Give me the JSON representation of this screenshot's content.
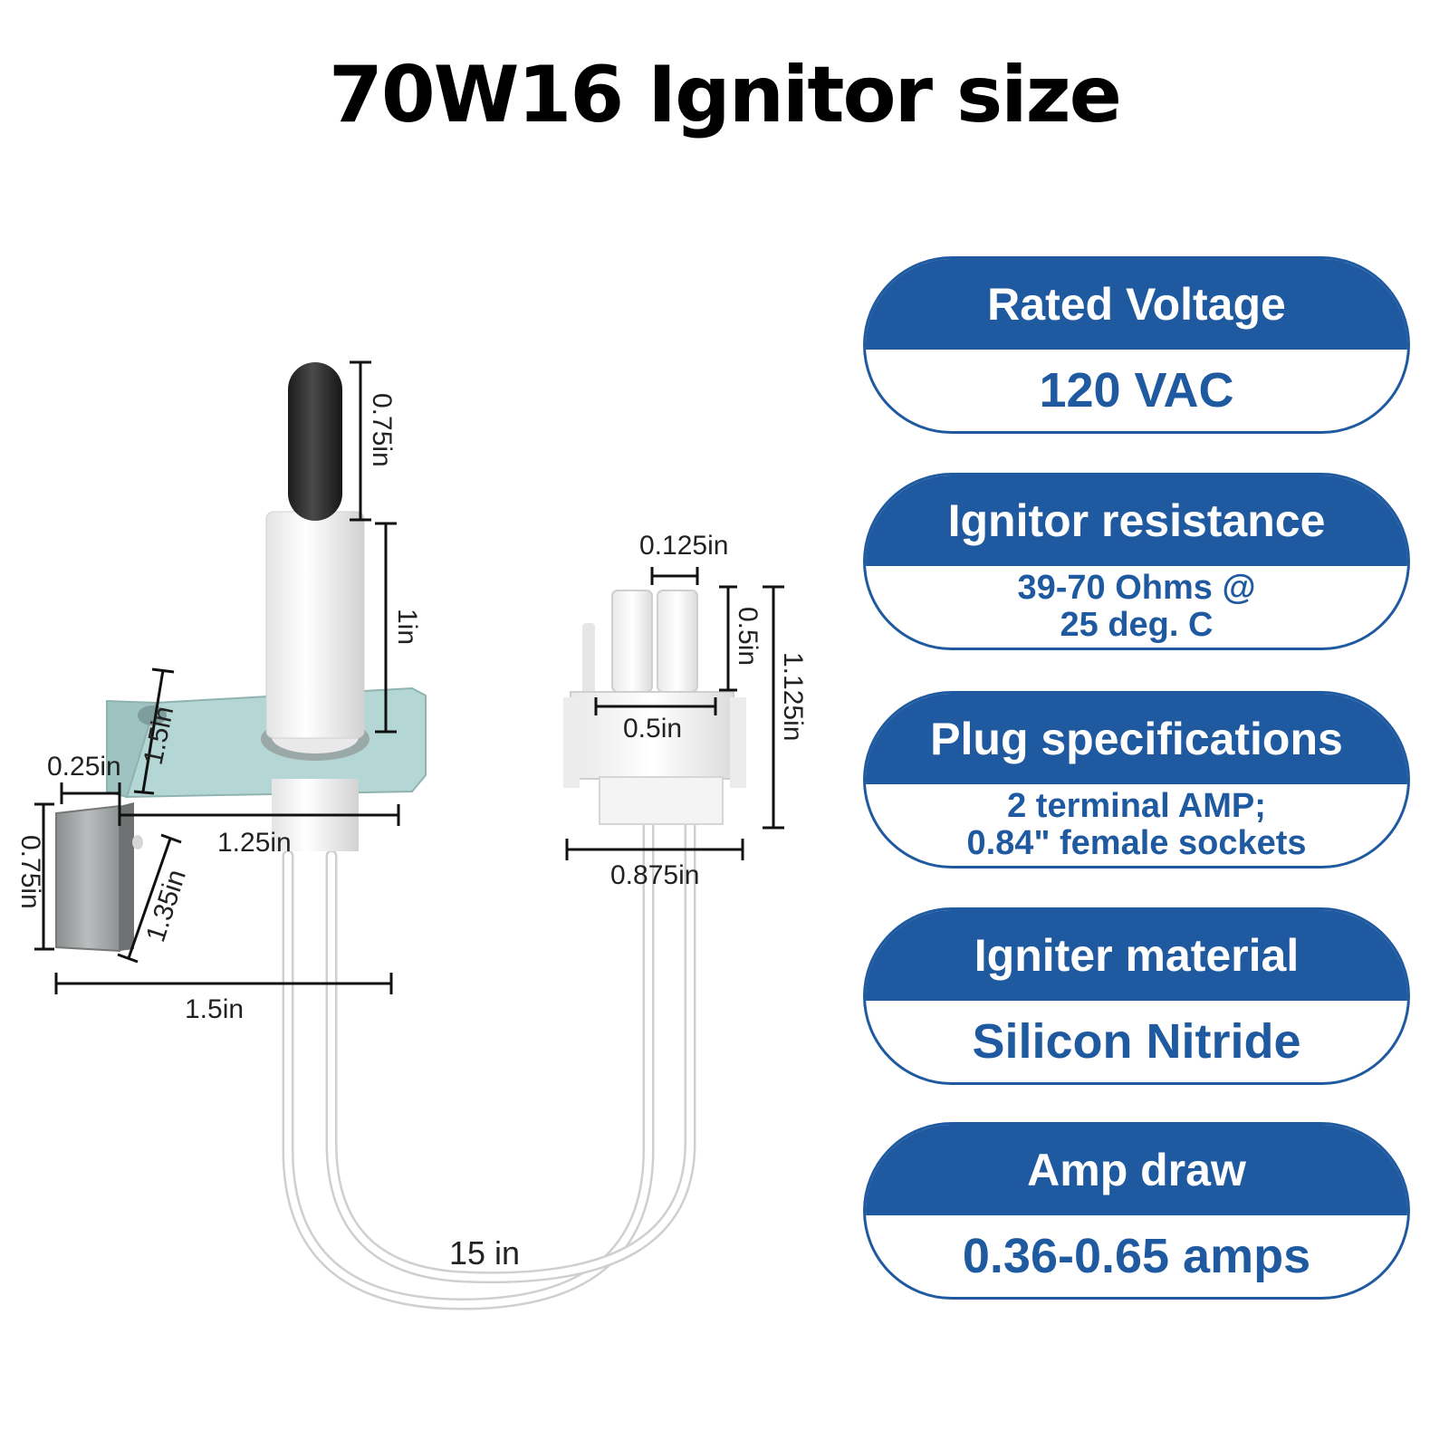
{
  "title": "70W16 Ignitor size",
  "dimensions": {
    "tip_height": "0.75in",
    "body_height": "1in",
    "bracket_diag_top": "1.5in",
    "bracket_lip": "0.25in",
    "bracket_width": "1.25in",
    "tab_height": "0.75in",
    "bracket_diag_bottom": "1.35in",
    "overall_width": "1.5in",
    "pin_gap": "0.125in",
    "pin_height": "0.5in",
    "plug_inner_width": "0.5in",
    "plug_height": "1.125in",
    "plug_width": "0.875in",
    "wire_length": "15 in"
  },
  "specs": [
    {
      "label": "Rated Voltage",
      "value": "120 VAC"
    },
    {
      "label": "Ignitor resistance",
      "value_lines": [
        "39-70 Ohms @",
        "25 deg. C"
      ]
    },
    {
      "label": "Plug specifications",
      "value_lines": [
        "2 terminal AMP;",
        "0.84\" female sockets"
      ]
    },
    {
      "label": "Igniter material",
      "value": "Silicon Nitride"
    },
    {
      "label": "Amp draw",
      "value": "0.36-0.65 amps"
    }
  ],
  "colors": {
    "accent": "#1f5aa0",
    "bracket": "#b7d8d6",
    "tip": "#2a2a2a"
  }
}
